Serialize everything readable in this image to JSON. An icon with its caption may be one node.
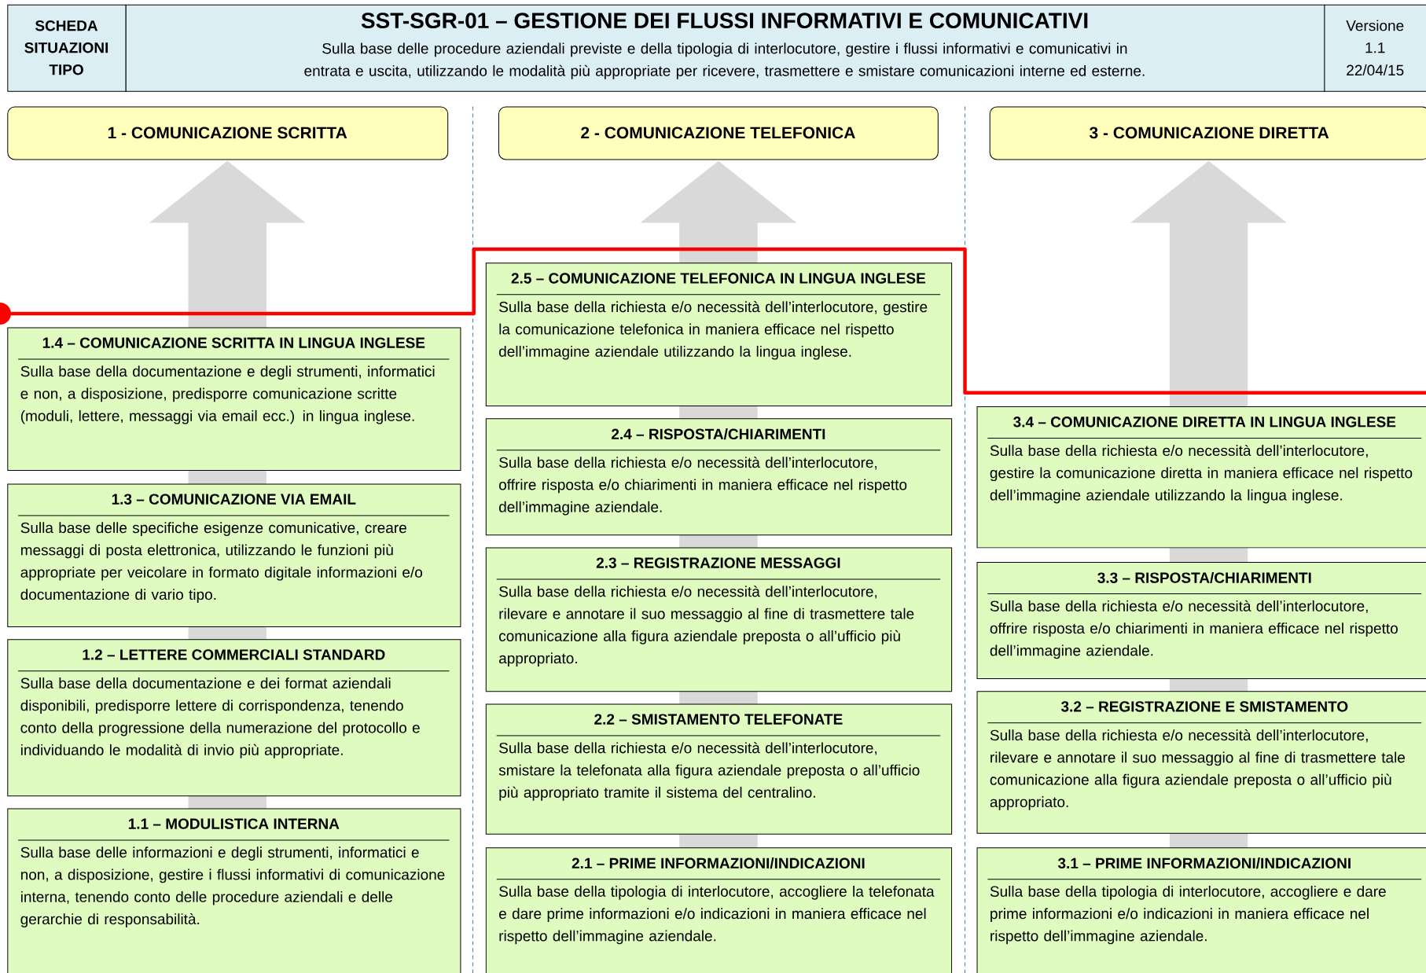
{
  "diagram": {
    "nodes": [
      {
        "text": [
          "SCHEDA SITUAZIONI TIPO"
        ]
      },
      {
        "text": [
          "SST-SGR-01 – GESTIONE DEI FLUSSI INFORMATIVI E COMUNICATIVI",
          "Sulla base delle procedure aziendali previste e della tipologia di interlocutore, gestire i flussi informativi e comunicativi in entrata e uscita, utilizzando le modalità più appropriate per ricevere, trasmettere e smistare comunicazioni interne ed esterne."
        ]
      },
      {
        "text": [
          "Versione",
          "1.1",
          "22/04/15"
        ]
      },
      {
        "text": [
          "1 - COMUNICAZIONE SCRITTA"
        ]
      },
      {
        "text": [
          "2 - COMUNICAZIONE TELEFONICA"
        ]
      },
      {
        "text": [
          "3 - COMUNICAZIONE DIRETTA"
        ]
      },
      {
        "text": [
          "1.4 – COMUNICAZIONE SCRITTA IN LINGUA INGLESE",
          "Sulla base della documentazione e degli strumenti, informatici e non, a disposizione, predisporre comunicazione scritte (moduli, lettere, messaggi via email ecc.) in lingua inglese."
        ]
      },
      {
        "text": [
          "1.3 – COMUNICAZIONE VIA EMAIL",
          "Sulla base delle specifiche esigenze comunicative, creare messaggi di posta elettronica, utilizzando le funzioni più appropriate per veicolare in formato digitale informazioni e/o documentazione di vario tipo."
        ]
      },
      {
        "text": [
          "1.2 – LETTERE COMMERCIALI STANDARD",
          "Sulla base della documentazione e dei format aziendali disponibili, predisporre lettere di corrispondenza, tenendo conto della progressione della numerazione del protocollo e individuando le modalità di invio più appropriate."
        ]
      },
      {
        "text": [
          "1.1 – MODULISTICA INTERNA",
          "Sulla base delle informazioni e degli strumenti, informatici e non, a disposizione, gestire i flussi informativi di comunicazione interna, tenendo conto delle procedure aziendali e delle gerarchie di responsabilità."
        ]
      },
      {
        "text": [
          "2.5 – COMUNICAZIONE TELEFONICA IN LINGUA INGLESE",
          "Sulla base della richiesta e/o necessità dell’interlocutore, gestire la comunicazione telefonica in maniera efficace nel rispetto dell’immagine aziendale utilizzando la lingua inglese."
        ]
      },
      {
        "text": [
          "2.4 – RISPOSTA/CHIARIMENTI",
          "Sulla base della richiesta e/o necessità dell’interlocutore, offrire risposta e/o chiarimenti in maniera efficace nel rispetto dell’immagine aziendale."
        ]
      },
      {
        "text": [
          "2.3 – REGISTRAZIONE MESSAGGI",
          "Sulla base della richiesta e/o necessità dell’interlocutore, rilevare e annotare il suo messaggio al fine di trasmettere tale comunicazione alla figura aziendale preposta o all’ufficio più appropriato."
        ]
      },
      {
        "text": [
          "2.2 – SMISTAMENTO TELEFONATE",
          "Sulla base della richiesta e/o necessità dell’interlocutore, smistare la telefonata alla figura aziendale preposta o all’ufficio più appropriato tramite il sistema del centralino."
        ]
      },
      {
        "text": [
          "2.1 – PRIME INFORMAZIONI/INDICAZIONI",
          "Sulla base della tipologia di interlocutore, accogliere la telefonata e dare prime informazioni e/o indicazioni in maniera efficace nel rispetto dell’immagine aziendale."
        ]
      },
      {
        "text": [
          "3.4 – COMUNICAZIONE DIRETTA IN LINGUA INGLESE",
          "Sulla base della richiesta e/o necessità dell’interlocutore, gestire la comunicazione diretta in maniera efficace nel rispetto dell’immagine aziendale utilizzando la lingua inglese."
        ]
      },
      {
        "text": [
          "3.3 – RISPOSTA/CHIARIMENTI",
          "Sulla base della richiesta e/o necessità dell’interlocutore, offrire risposta e/o chiarimenti in maniera efficace nel rispetto dell’immagine aziendale."
        ]
      },
      {
        "text": [
          "3.2 – REGISTRAZIONE E SMISTAMENTO",
          "Sulla base della richiesta e/o necessità dell’interlocutore, rilevare e annotare il suo messaggio al fine di trasmettere tale comunicazione alla figura aziendale preposta o all’ufficio più appropriato."
        ]
      },
      {
        "text": [
          "3.1 – PRIME INFORMAZIONI/INDICAZIONI",
          "Sulla base della tipologia di interlocutore, accogliere e dare prime informazioni e/o indicazioni in maniera efficace nel rispetto dell’immagine aziendale."
        ]
      }
    ]
  }
}
